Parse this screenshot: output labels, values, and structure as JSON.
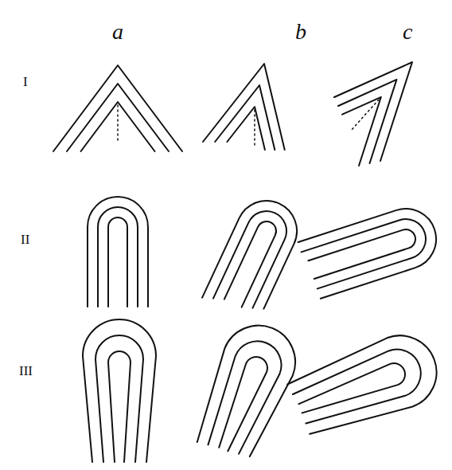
{
  "diagram": {
    "labels": [
      "a",
      "b",
      "c",
      "I",
      "II",
      "III"
    ]
  }
}
